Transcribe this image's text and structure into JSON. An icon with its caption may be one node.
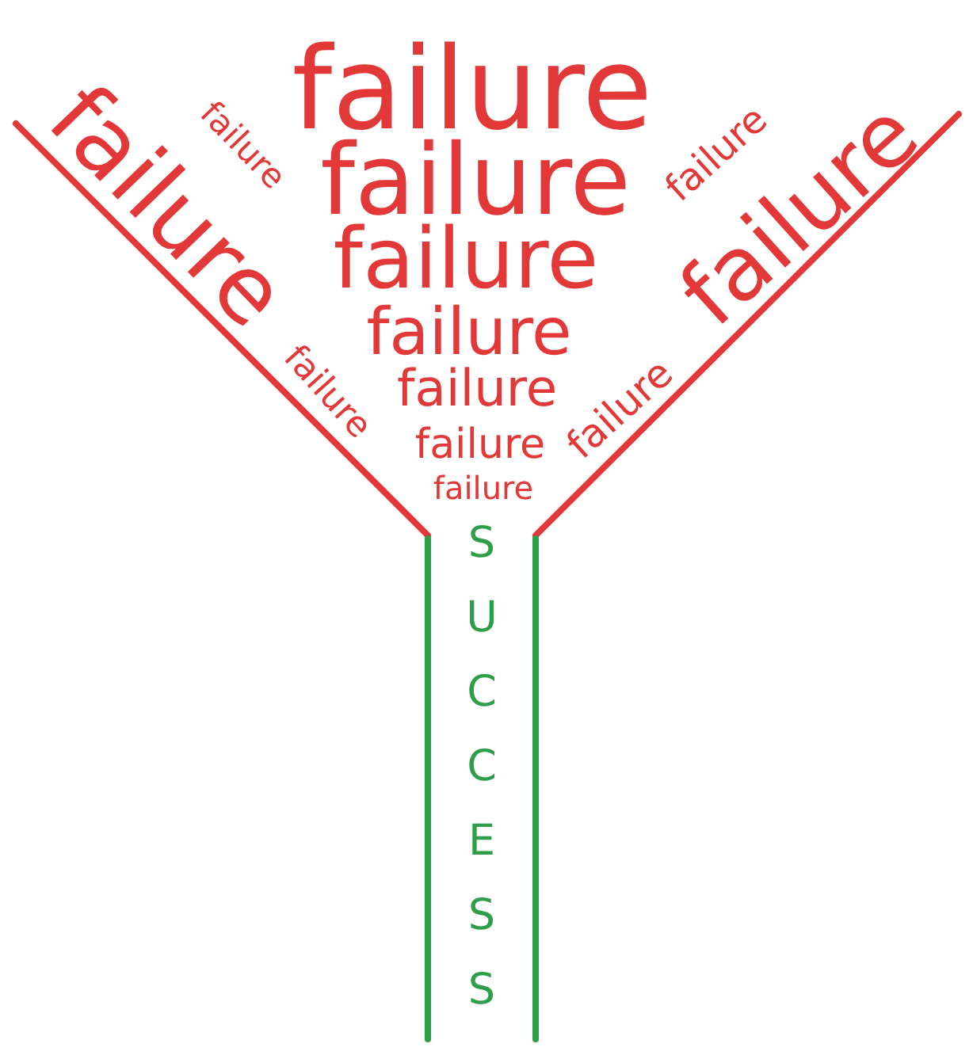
{
  "diagram": {
    "labels": [
      "failure",
      "failure",
      "failure",
      "failure",
      "failure",
      "failure",
      "failure",
      "failure",
      "failure",
      "failure",
      "failure",
      "failure",
      "failure",
      "SUCCESS"
    ]
  }
}
